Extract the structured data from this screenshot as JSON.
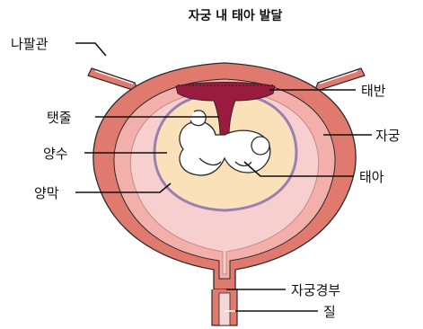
{
  "title": "자궁 내 태아 발달",
  "labels": {
    "fallopian_tube": "나팔관",
    "placenta": "태반",
    "umbilical_cord": "탯줄",
    "uterus": "자궁",
    "amniotic_fluid": "양수",
    "fetus": "태아",
    "amnion": "양막",
    "cervix": "자궁경부",
    "vagina": "질"
  },
  "colors": {
    "uterine_wall": "#e07a6f",
    "inner_lining": "#f3b0aa",
    "cavity": "#f7cfcf",
    "amniotic_fluid": "#fbe1b9",
    "amnion_border": "#9a7fb0",
    "placenta": "#9b1b3f",
    "fetus": "#ffffff"
  }
}
